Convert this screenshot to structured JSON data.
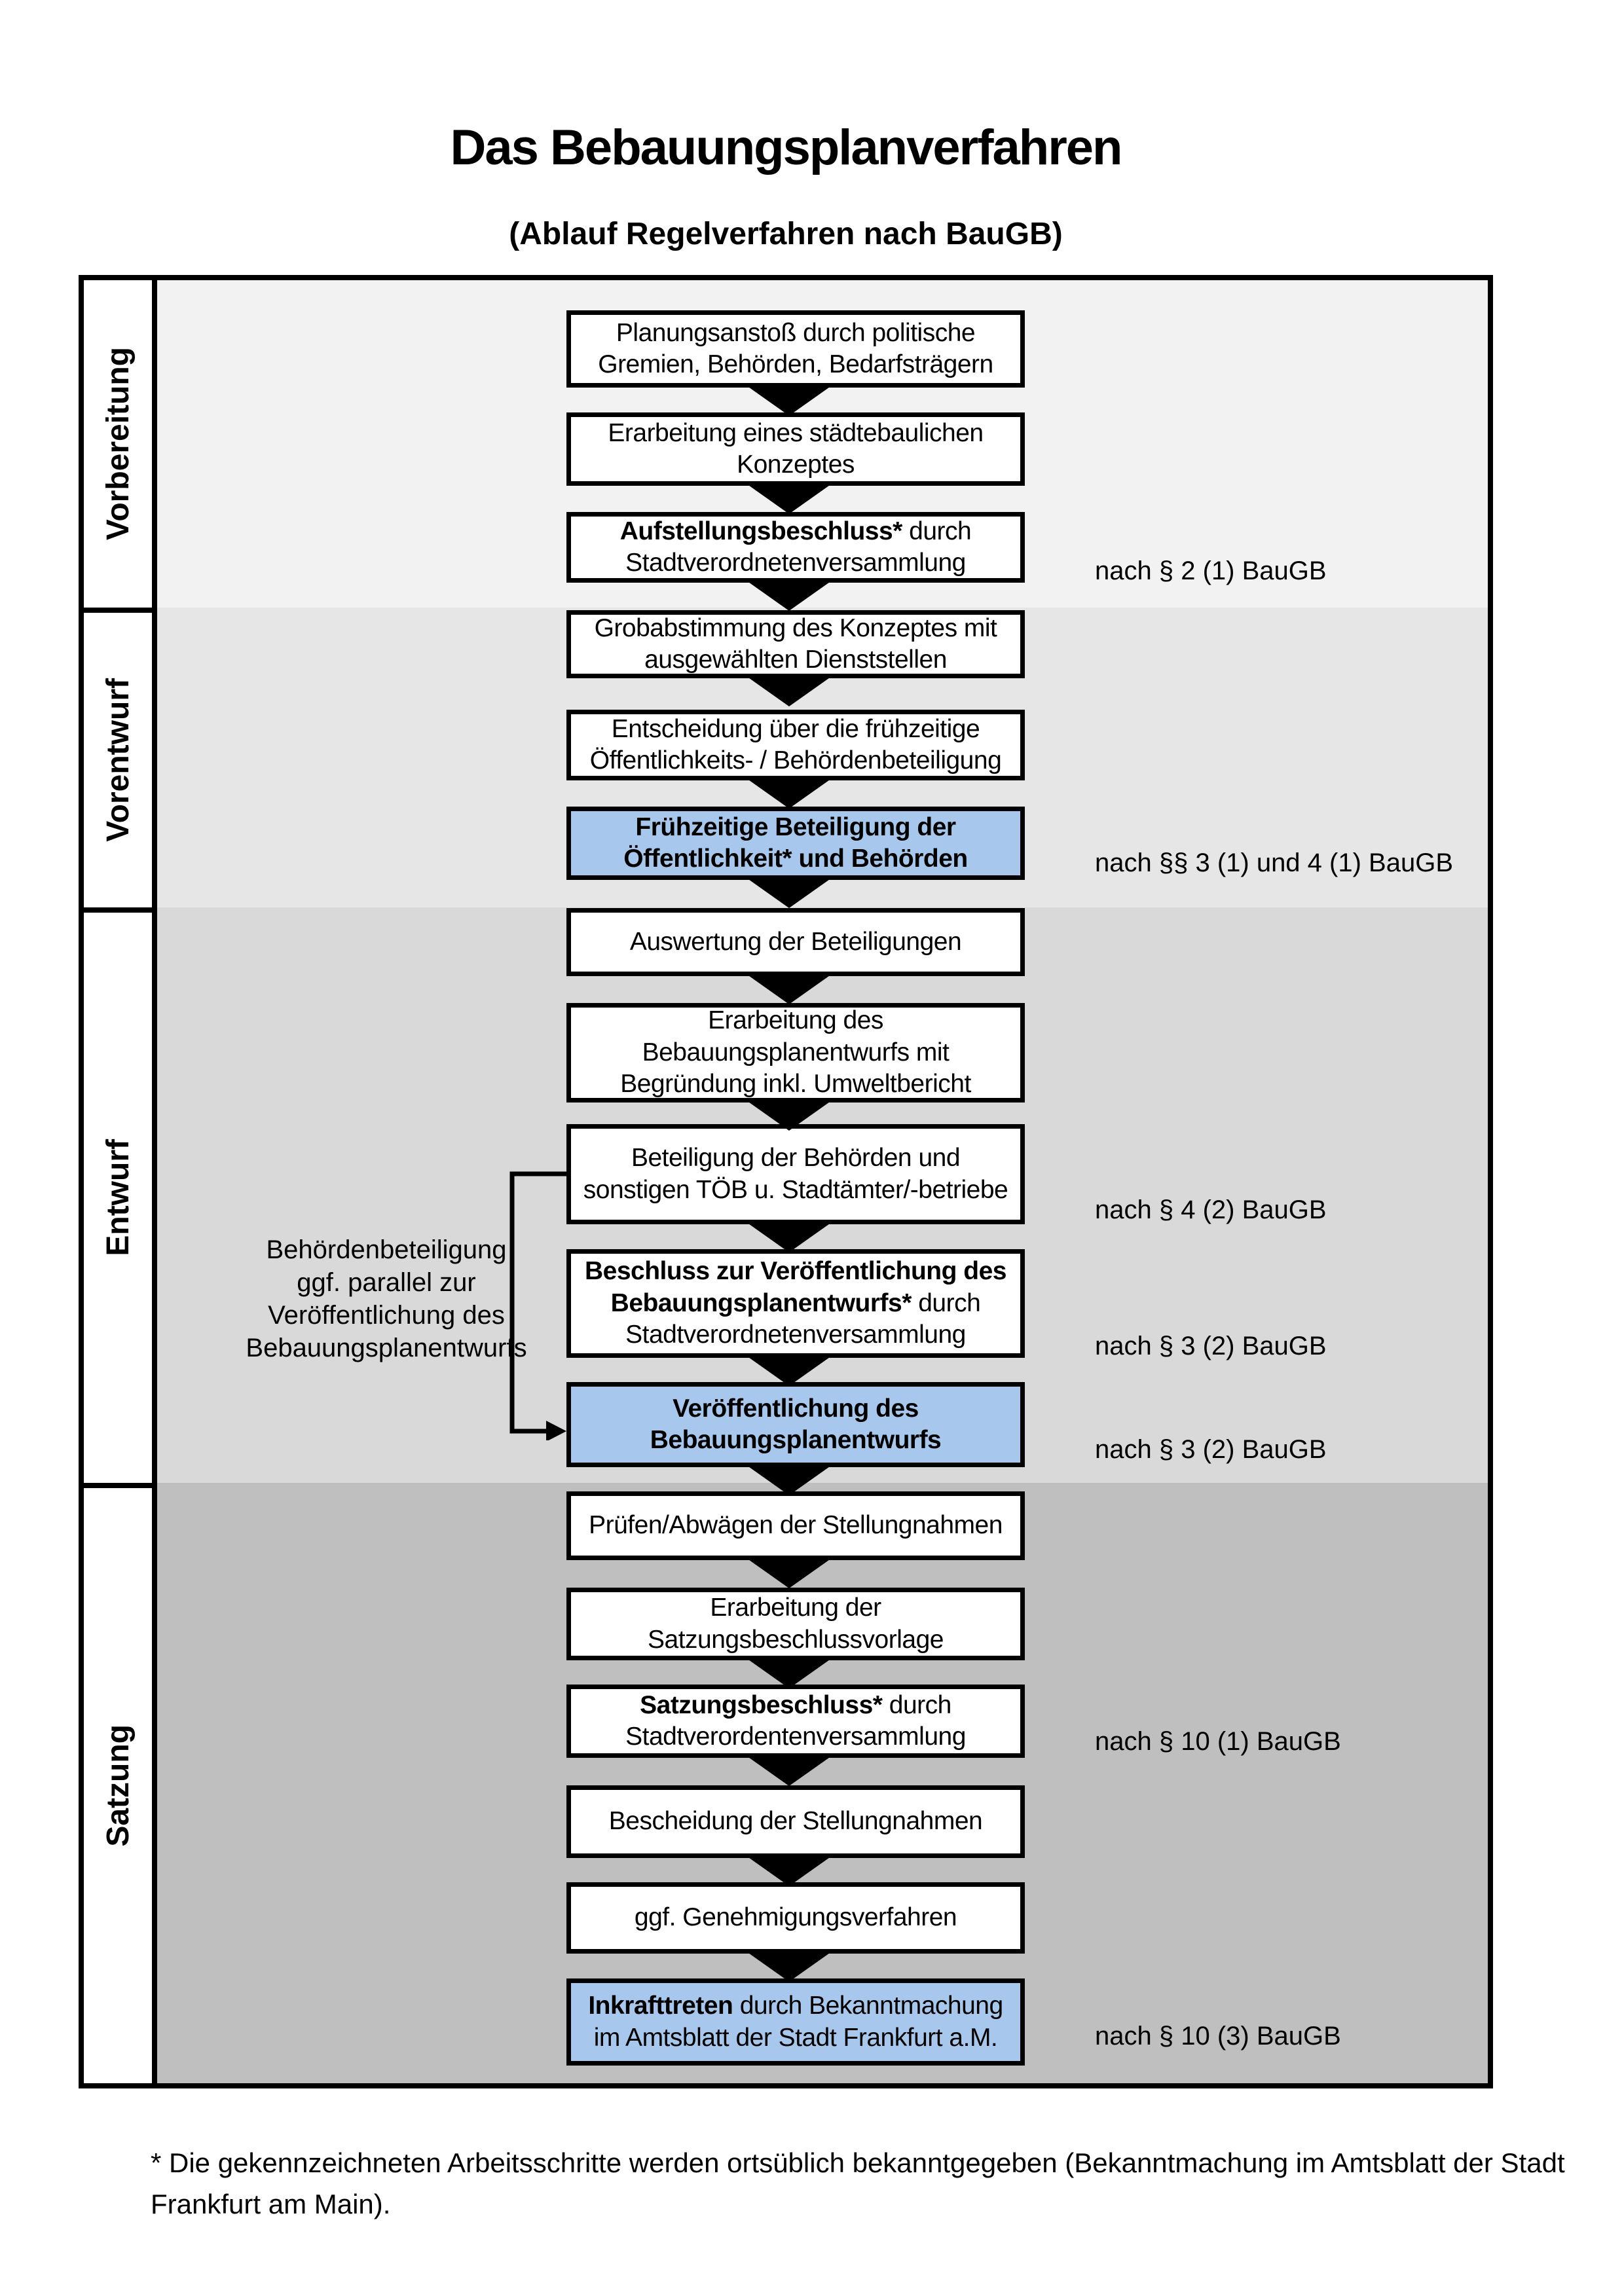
{
  "header": {
    "title": "Das Bebauungsplanverfahren",
    "subtitle": "(Ablauf Regelverfahren nach BauGB)"
  },
  "colors": {
    "highlight": "#a7c8ec",
    "section_1": "#f2f2f2",
    "section_2": "#e7e6e6",
    "section_3": "#d9d9d9",
    "section_4": "#bfbfbf"
  },
  "sidebar": {
    "phases": [
      {
        "label": "Vorbereitung"
      },
      {
        "label": "Vorentwurf"
      },
      {
        "label": "Entwurf"
      },
      {
        "label": "Satzung"
      }
    ]
  },
  "steps": [
    {
      "bold": "",
      "text": "Planungsanstoß durch politische\nGremien, Behörden, Bedarfsträgern",
      "highlighted": false
    },
    {
      "bold": "",
      "text": "Erarbeitung eines städtebaulichen\nKonzeptes",
      "highlighted": false
    },
    {
      "bold": "Aufstellungsbeschluss*",
      "text": " durch\nStadtverordnetenversammlung",
      "highlighted": false
    },
    {
      "bold": "",
      "text": "Grobabstimmung des Konzeptes mit\nausgewählten Dienststellen",
      "highlighted": false
    },
    {
      "bold": "",
      "text": "Entscheidung über die frühzeitige\nÖffentlichkeits- / Behördenbeteiligung",
      "highlighted": false
    },
    {
      "bold": "Frühzeitige Beteiligung der\nÖffentlichkeit* und Behörden",
      "text": "",
      "highlighted": true
    },
    {
      "bold": "",
      "text": "Auswertung der Beteiligungen",
      "highlighted": false
    },
    {
      "bold": "",
      "text": "Erarbeitung des\nBebauungsplanentwurfs mit\nBegründung inkl. Umweltbericht",
      "highlighted": false
    },
    {
      "bold": "",
      "text": "Beteiligung der Behörden und\nsonstigen TÖB u. Stadtämter/-betriebe",
      "highlighted": false
    },
    {
      "bold": "Beschluss zur Veröffentlichung des\nBebauungsplanentwurfs*",
      "text": " durch\nStadtverordnetenversammlung",
      "highlighted": false
    },
    {
      "bold": "Veröffentlichung des\nBebauungsplanentwurfs",
      "text": "",
      "highlighted": true
    },
    {
      "bold": "",
      "text": "Prüfen/Abwägen der Stellungnahmen",
      "highlighted": false
    },
    {
      "bold": "",
      "text": "Erarbeitung der\nSatzungsbeschlussvorlage",
      "highlighted": false
    },
    {
      "bold": "Satzungsbeschluss*",
      "text": " durch\nStadtverordentenversammlung",
      "highlighted": false
    },
    {
      "bold": "",
      "text": "Bescheidung der Stellungnahmen",
      "highlighted": false
    },
    {
      "bold": "",
      "text": "ggf. Genehmigungsverfahren",
      "highlighted": false
    },
    {
      "bold": "Inkrafttreten",
      "text": " durch Bekanntmachung\nim Amtsblatt der Stadt Frankfurt a.M.",
      "highlighted": true
    }
  ],
  "annotations": [
    {
      "text": "nach § 2 (1) BauGB"
    },
    {
      "text": "nach §§ 3 (1) und 4 (1) BauGB"
    },
    {
      "text": "nach § 4 (2) BauGB"
    },
    {
      "text": "nach § 3 (2) BauGB"
    },
    {
      "text": "nach § 3 (2) BauGB"
    },
    {
      "text": "nach § 10 (1) BauGB"
    },
    {
      "text": "nach § 10 (3) BauGB"
    }
  ],
  "side_note": {
    "text": "Behördenbeteiligung\nggf. parallel zur\nVeröffentlichung des\nBebauungsplanentwurfs"
  },
  "footnote": {
    "text": "* Die gekennzeichneten Arbeitsschritte werden ortsüblich bekanntgegeben (Bekanntmachung im Amtsblatt  der Stadt\nFrankfurt am Main)."
  }
}
